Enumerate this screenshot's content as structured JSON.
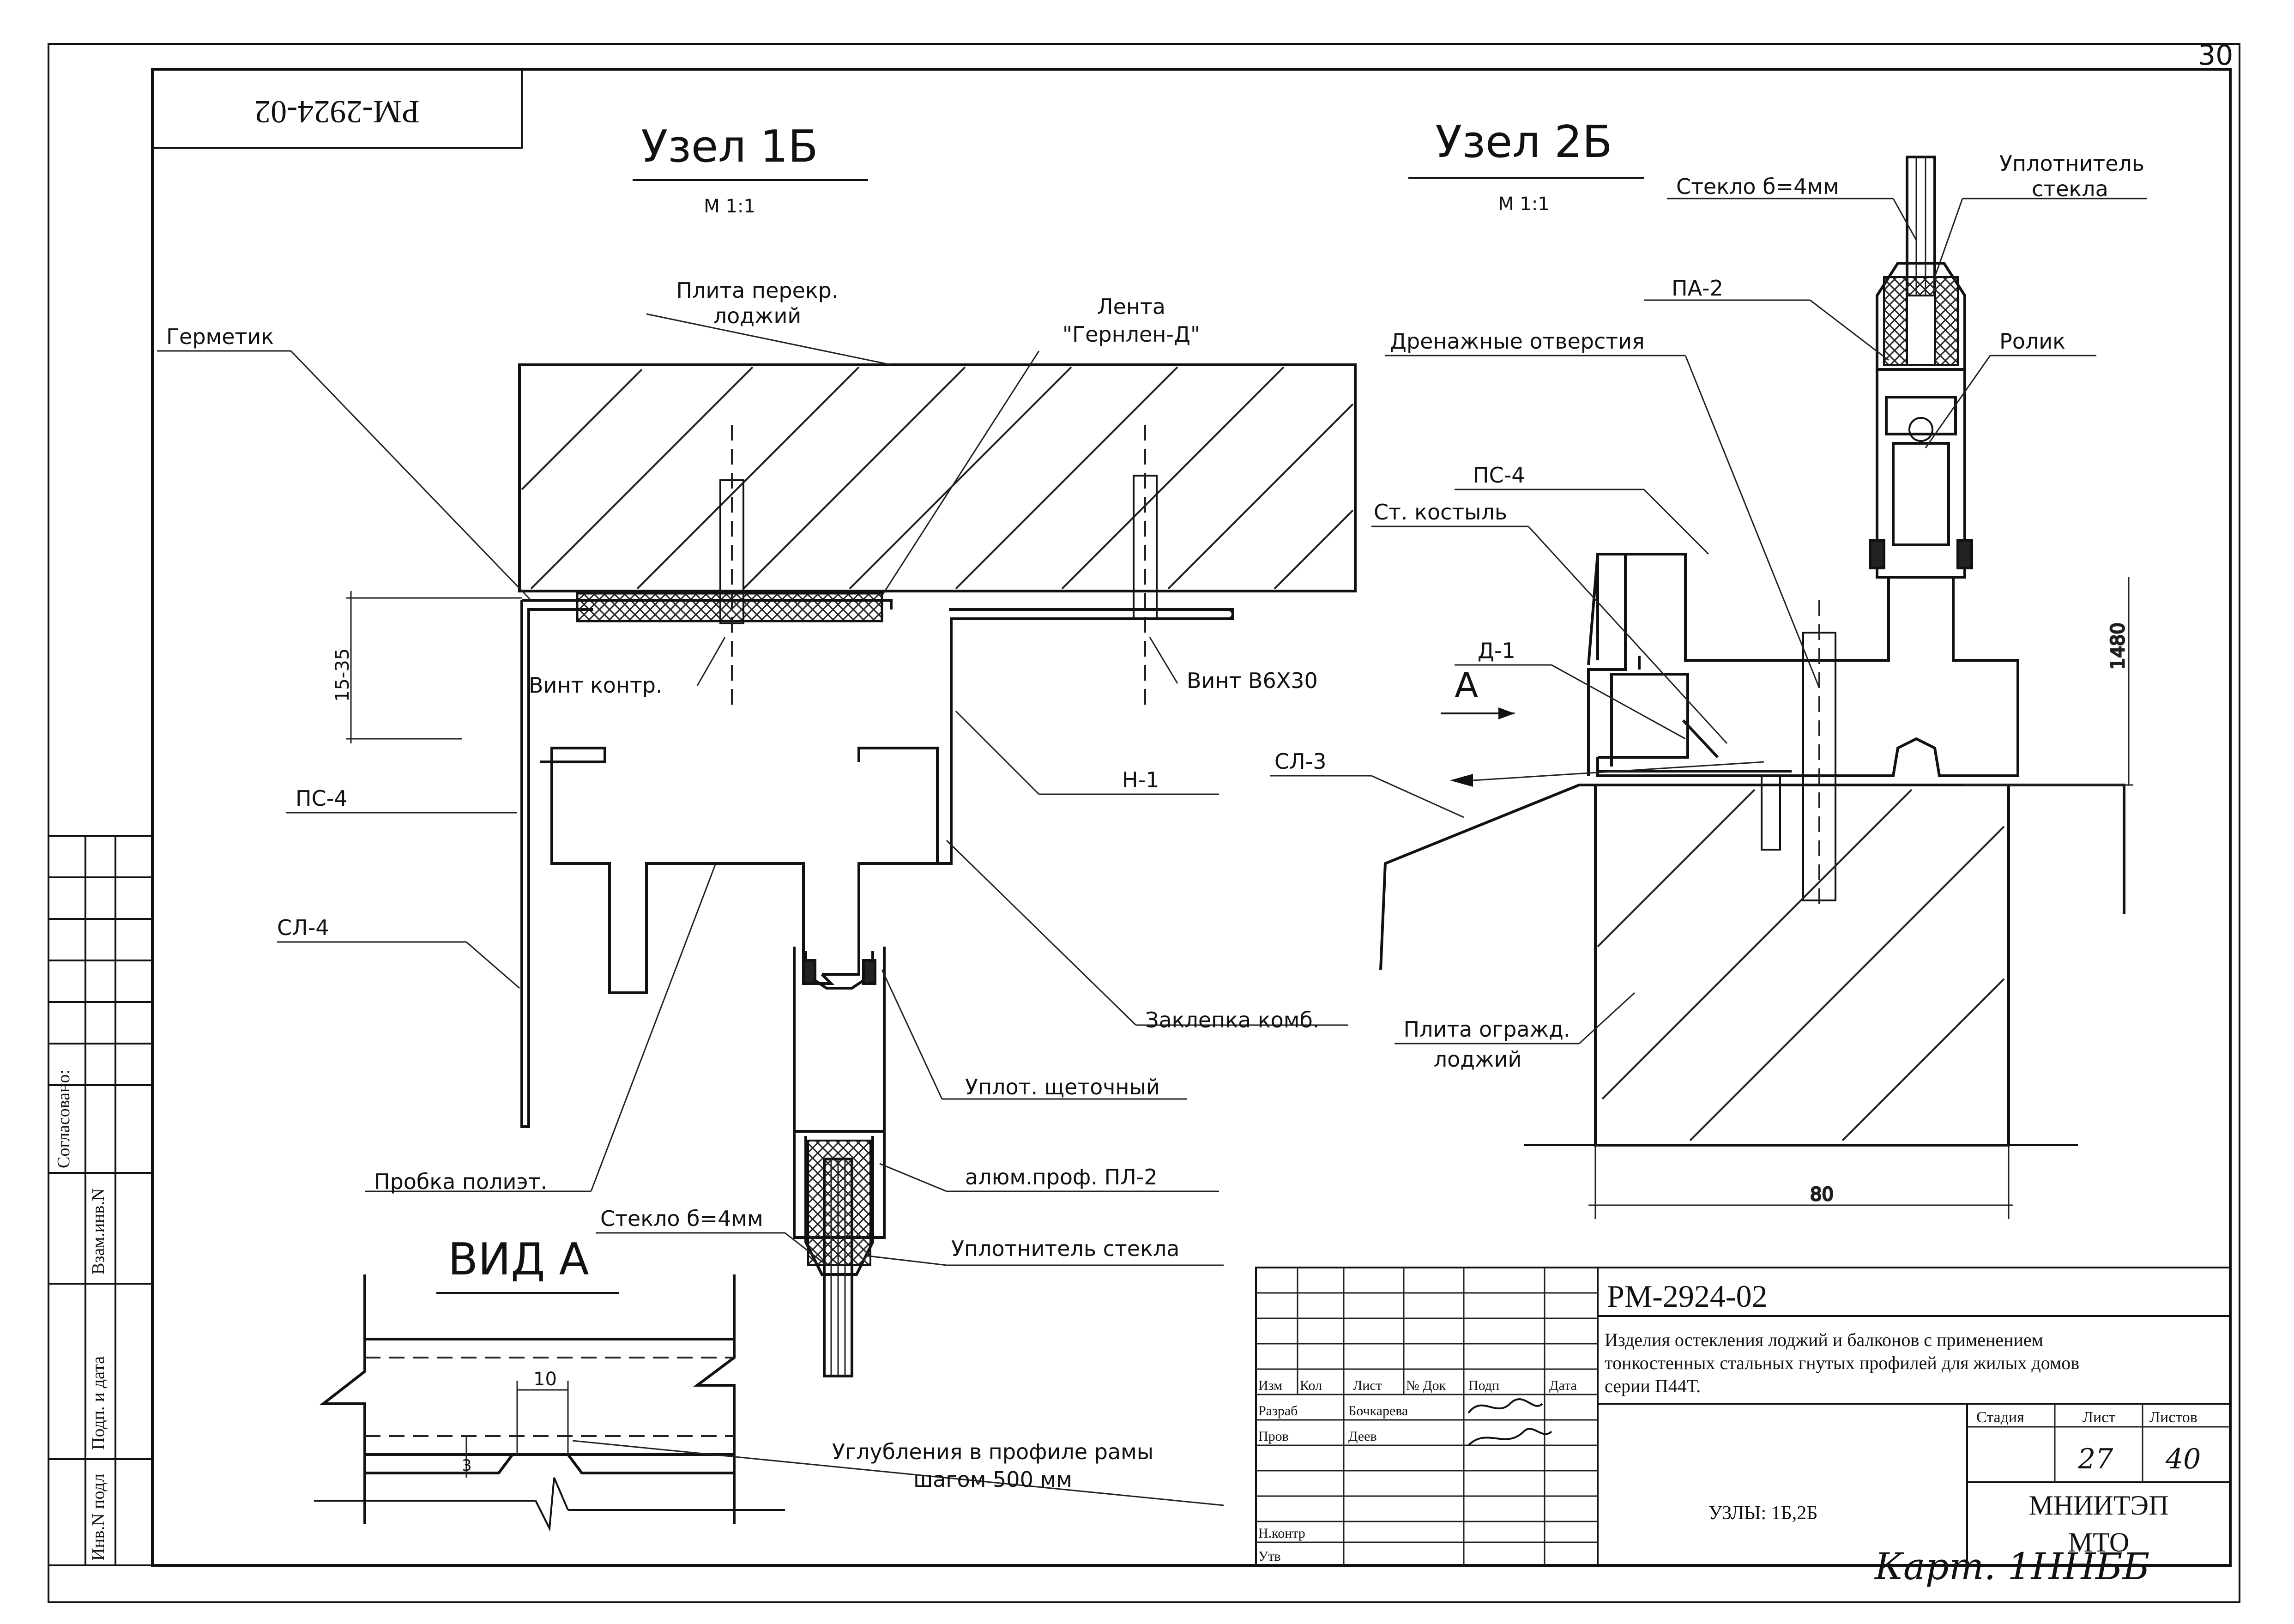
{
  "sheet_corner_number": "30",
  "stamp_code": "РМ-2924-02",
  "node_1b": {
    "title": "Узел 1Б",
    "scale": "М 1:1",
    "labels": {
      "plate_line1": "Плита перекр.",
      "plate_line2": "лоджий",
      "tape_line1": "Лента",
      "tape_line2": "\"Гернлен-Д\"",
      "sealant": "Герметик",
      "screw_contr": "Винт контр.",
      "screw_b6": "Винт В6Х30",
      "dim": "15-35",
      "ps4": "ПС-4",
      "n1": "Н-1",
      "sl4": "СЛ-4",
      "rivet": "Заклепка комб.",
      "brush_seal": "Уплот. щеточный",
      "plug": "Пробка полиэт.",
      "alu_profile": "алюм.проф.  ПЛ-2",
      "glass": "Стекло б=4мм",
      "glass_seal": "Уплотнитель стекла"
    }
  },
  "node_2b": {
    "title": "Узел 2Б",
    "scale": "М 1:1",
    "labels": {
      "glass": "Стекло б=4мм",
      "glass_seal_line1": "Уплотнитель",
      "glass_seal_line2": "стекла",
      "pa2": "ПА-2",
      "drain": "Дренажные отверстия",
      "roller": "Ролик",
      "ps4": "ПС-4",
      "bracket": "Ст. костыль",
      "d1": "Д-1",
      "view_a": "А",
      "sl3": "СЛ-3",
      "dim_1480": "1480",
      "fence_line1": "Плита огражд.",
      "fence_line2": "лоджий",
      "dim_80": "80"
    }
  },
  "view_a": {
    "title": "ВИД А",
    "dim_10": "10",
    "dim_3": "3",
    "note_line1": "Углубления в профиле рамы",
    "note_line2": "шагом 500 мм"
  },
  "side_stamp": {
    "agreed": "Согласовано:",
    "vzam_inv": "Взам.инв.N",
    "sign_date": "Подп. и дата",
    "inv_podl": "Инв.N подл"
  },
  "title_block": {
    "code": "РМ-2924-02",
    "description_line1": "Изделия остекления лоджий и балконов с применением",
    "description_line2": "тонкостенных стальных гнутых профилей для жилых домов",
    "description_line3": "серии П44Т.",
    "headers": [
      "Изм",
      "Кол",
      "Лист",
      "№ Док",
      "Подп",
      "Дата"
    ],
    "razrab_label": "Разраб",
    "razrab_name": "Бочкарева",
    "prov_label": "Пров",
    "prov_name": "Деев",
    "nkontr_label": "Н.контр",
    "utv_label": "Утв",
    "stage_label": "Стадия",
    "sheet_label": "Лист",
    "sheets_label": "Листов",
    "sheet_value": "27",
    "sheets_value": "40",
    "drawing_name": "УЗЛЫ: 1Б,2Б",
    "org_line1": "МНИИТЭП",
    "org_line2": "МТО",
    "handwritten_note": "Карт. 1ННББ"
  }
}
